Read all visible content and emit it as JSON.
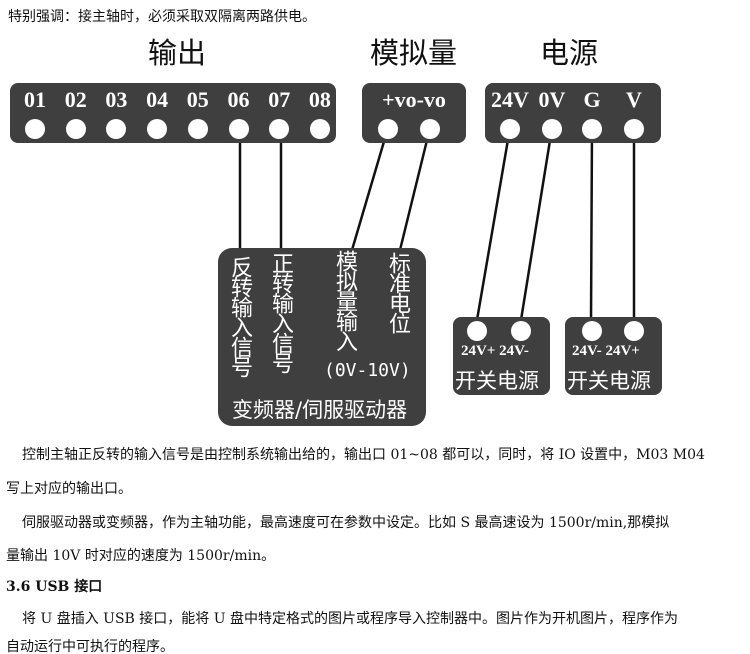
{
  "notice": "特别强调：接主轴时，必须采取双隔离两路供电。",
  "diagram": {
    "output_title": "输出",
    "analog_title": "模拟量",
    "power_title": "电源",
    "output_pins": [
      "01",
      "02",
      "03",
      "04",
      "05",
      "06",
      "07",
      "08"
    ],
    "analog_pins": "+vo-vo",
    "power_pins": [
      "24V",
      "0V",
      "G",
      "V"
    ],
    "driver": {
      "reverse": "反转输入信号",
      "forward": "正转输入信号",
      "analog_in": "模拟量输入",
      "range": "(0V-10V)",
      "ref": "标准电位",
      "name": "变频器/伺服驱动器"
    },
    "switch1": {
      "pins": "24V+ 24V-",
      "name": "开关电源"
    },
    "switch2": {
      "pins": "24V- 24V+",
      "name": "开关电源"
    }
  },
  "paragraphs": [
    "控制主轴正反转的输入信号是由控制系统输出给的，输出口 01~08 都可以，同时，将 IO 设置中，M03 M04",
    "写上对应的输出口。",
    "伺服驱动器或变频器，作为主轴功能，最高速度可在参数中设定。比如 S 最高速设为 1500r/min,那模拟",
    "量输出 10V 时对应的速度为 1500r/min。"
  ],
  "section_heading": "3.6 USB 接口",
  "usb_paragraphs": [
    "将 U 盘插入 USB 接口，能将 U 盘中特定格式的图片或程序导入控制器中。图片作为开机图片，程序作为",
    "自动运行中可执行的程序。"
  ]
}
